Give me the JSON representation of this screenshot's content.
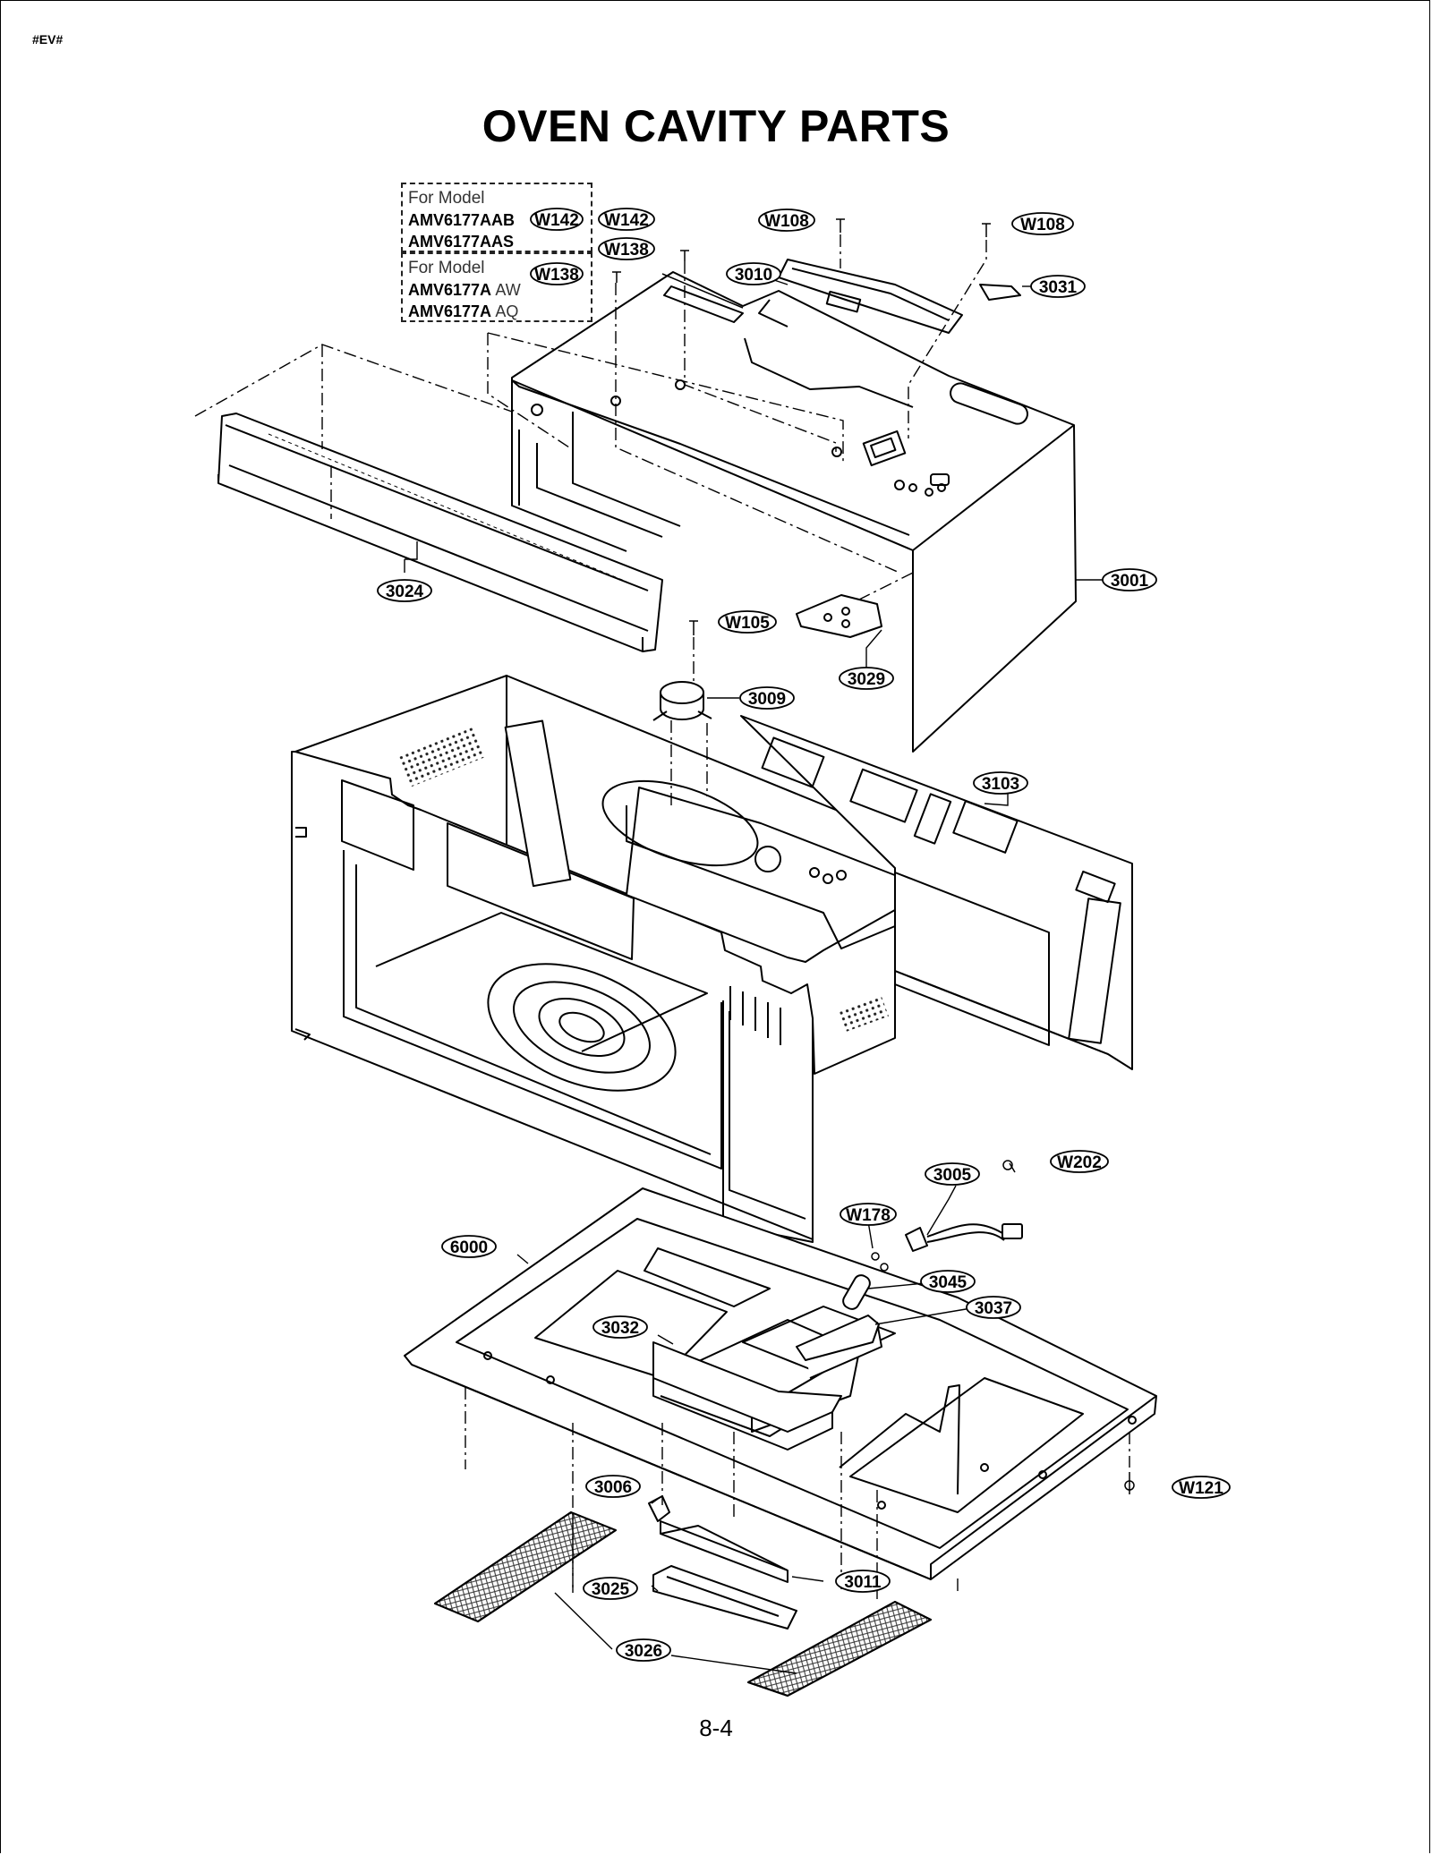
{
  "page": {
    "corner_tag": "#EV#",
    "title": "OVEN CAVITY PARTS",
    "page_number": "8-4"
  },
  "model_boxes": [
    {
      "header": "For Model",
      "models": [
        {
          "base": "AMV6177AAB",
          "suffix": ""
        },
        {
          "base": "AMV6177AAS",
          "suffix": ""
        }
      ]
    },
    {
      "header": "For Model",
      "models": [
        {
          "base": "AMV6177A",
          "suffix": "AW"
        },
        {
          "base": "AMV6177A",
          "suffix": "AQ"
        }
      ]
    }
  ],
  "callouts": [
    "W142",
    "W142",
    "W138",
    "W138",
    "W108",
    "W108",
    "3010",
    "3031",
    "3024",
    "3001",
    "W105",
    "3029",
    "3009",
    "3103",
    "3005",
    "W202",
    "W178",
    "6000",
    "3045",
    "3037",
    "3032",
    "3006",
    "W121",
    "3025",
    "3011",
    "3026"
  ]
}
